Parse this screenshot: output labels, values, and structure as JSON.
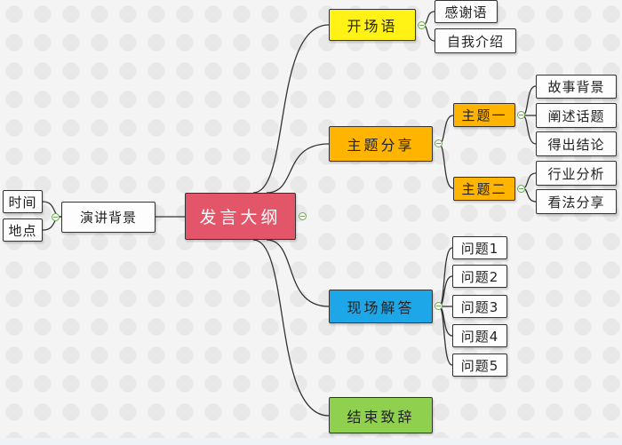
{
  "mindmap": {
    "root": "发言大纲",
    "left": {
      "label": "演讲背景",
      "children": [
        "时间",
        "地点"
      ]
    },
    "branches": [
      {
        "label": "开场语",
        "color": "#fff214",
        "children": [
          "感谢语",
          "自我介绍"
        ]
      },
      {
        "label": "主题分享",
        "color": "#ffb400",
        "subtopics": [
          {
            "label": "主题一",
            "color": "#ffb400",
            "children": [
              "故事背景",
              "阐述话题",
              "得出结论"
            ]
          },
          {
            "label": "主题二",
            "color": "#ffb400",
            "children": [
              "行业分析",
              "看法分享"
            ]
          }
        ]
      },
      {
        "label": "现场解答",
        "color": "#1ea7e8",
        "children": [
          "问题1",
          "问题2",
          "问题3",
          "问题4",
          "问题5"
        ]
      },
      {
        "label": "结束致辞",
        "color": "#8fd14f",
        "children": []
      }
    ],
    "root_color": "#e3566a",
    "line_color": "#333333",
    "collapse_color": "#6fa35a"
  }
}
